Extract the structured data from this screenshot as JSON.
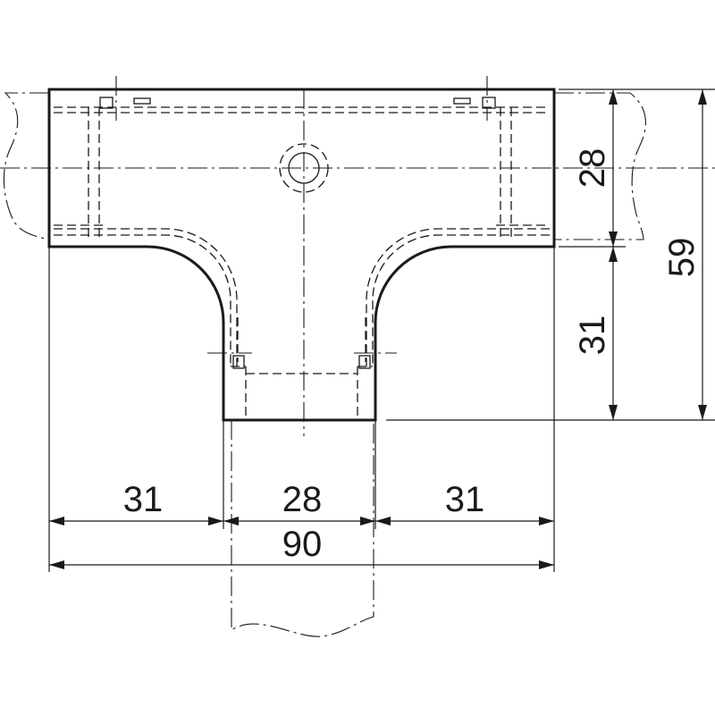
{
  "dimensions": {
    "bottom_left": "31",
    "bottom_middle": "28",
    "bottom_right": "31",
    "overall_width": "90",
    "right_upper": "28",
    "right_lower": "31",
    "overall_height": "59"
  }
}
